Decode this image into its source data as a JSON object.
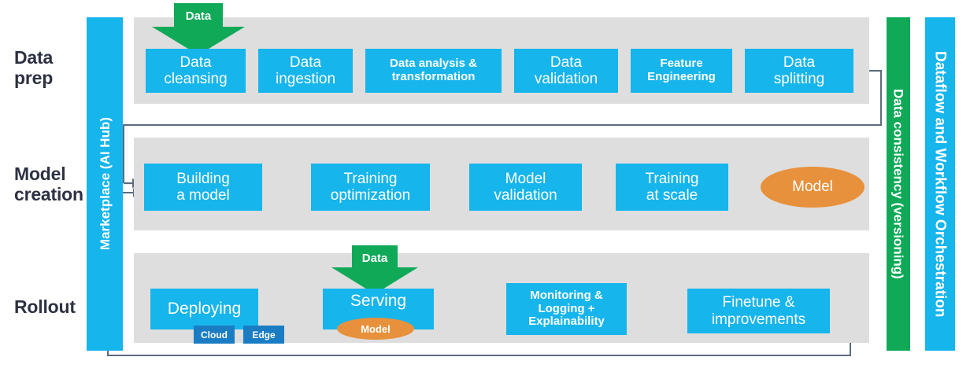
{
  "diagram": {
    "title": "Machine learning lifecycle: Data prep, Model creation, Rollout",
    "colors": {
      "process_blue": "#16b5ec",
      "chip_blue": "#1a7dc4",
      "band_gray": "#dedede",
      "data_green": "#0fa958",
      "model_orange": "#e8913c",
      "label_navy": "#2d3142",
      "connector_gray": "#5b6b7e",
      "background": "#ffffff"
    },
    "row_labels": [
      {
        "id": "data-prep",
        "text": "Data\nprep"
      },
      {
        "id": "model-creation",
        "text": "Model\ncreation"
      },
      {
        "id": "rollout",
        "text": "Rollout"
      }
    ],
    "side_bars": [
      {
        "id": "marketplace",
        "text": "Marketplace (AI Hub)",
        "color": "#16b5ec",
        "orientation": "bottom-to-top"
      },
      {
        "id": "data-consistency",
        "text": "Data consistency (versioning)",
        "color": "#0fa958",
        "orientation": "top-to-bottom"
      },
      {
        "id": "orchestration",
        "text": "Dataflow and Workflow Orchestration",
        "color": "#16b5ec",
        "orientation": "top-to-bottom"
      }
    ],
    "data_arrows": [
      {
        "id": "data-arrow-prep",
        "label": "Data"
      },
      {
        "id": "data-arrow-serving",
        "label": "Data"
      }
    ],
    "rows": [
      {
        "id": "data-prep-row",
        "steps": [
          {
            "id": "data-cleansing",
            "label": "Data\ncleansing",
            "font": 19
          },
          {
            "id": "data-ingestion",
            "label": "Data\ningestion",
            "font": 19
          },
          {
            "id": "data-analysis",
            "label": "Data analysis &\ntransformation",
            "font": 15,
            "bold": true
          },
          {
            "id": "data-validation",
            "label": "Data\nvalidation",
            "font": 19
          },
          {
            "id": "feature-eng",
            "label": "Feature\nEngineering",
            "font": 15,
            "bold": true
          },
          {
            "id": "data-splitting",
            "label": "Data\nsplitting",
            "font": 19
          }
        ]
      },
      {
        "id": "model-creation-row",
        "steps": [
          {
            "id": "building-a-model",
            "label": "Building\na model",
            "font": 19
          },
          {
            "id": "training-optimization",
            "label": "Training\noptimization",
            "font": 19
          },
          {
            "id": "model-validation",
            "label": "Model\nvalidation",
            "font": 19
          },
          {
            "id": "training-at-scale",
            "label": "Training\nat scale",
            "font": 19
          }
        ],
        "artifact": {
          "id": "model-artifact",
          "label": "Model",
          "shape": "ellipse",
          "color": "#e8913c"
        }
      },
      {
        "id": "rollout-row",
        "steps": [
          {
            "id": "deploying",
            "label": "Deploying",
            "font": 21
          },
          {
            "id": "serving",
            "label": "Serving",
            "font": 21
          },
          {
            "id": "monitoring",
            "label": "Monitoring &\nLogging +\nExplainability",
            "font": 15,
            "bold": true
          },
          {
            "id": "finetune",
            "label": "Finetune &\nimprovements",
            "font": 19
          }
        ],
        "chips": [
          {
            "id": "chip-cloud",
            "label": "Cloud"
          },
          {
            "id": "chip-edge",
            "label": "Edge"
          }
        ],
        "artifact": {
          "id": "serving-model-artifact",
          "label": "Model",
          "shape": "ellipse",
          "color": "#e8913c"
        }
      }
    ],
    "feedback_loops": [
      {
        "id": "data-splitting-to-building",
        "from": "data-splitting",
        "to": "building-a-model"
      },
      {
        "id": "finetune-to-building",
        "from": "finetune",
        "to": "building-a-model"
      }
    ]
  }
}
